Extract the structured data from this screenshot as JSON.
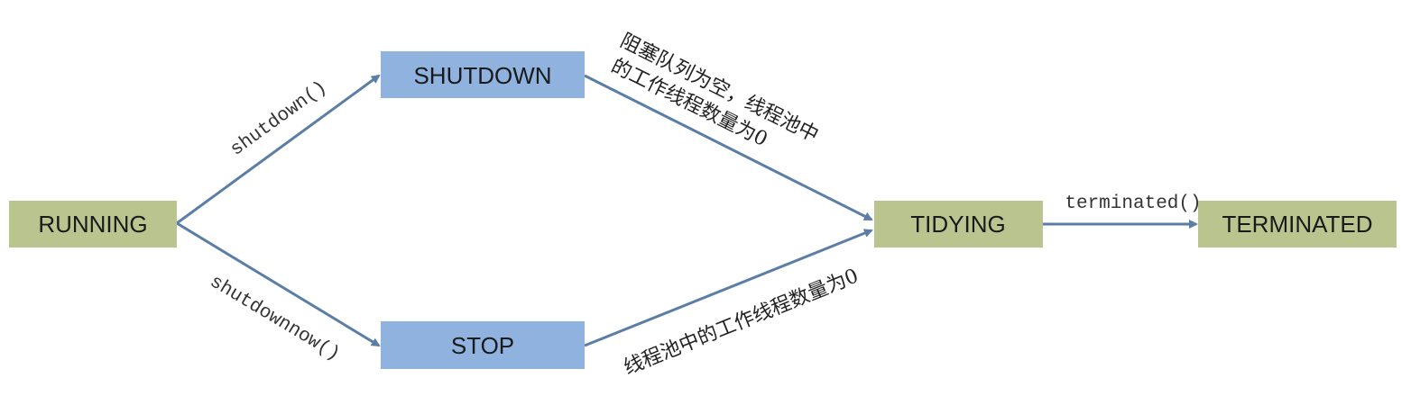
{
  "diagram": {
    "nodes": {
      "running": {
        "label": "RUNNING",
        "fill": "#b9c48f"
      },
      "shutdown": {
        "label": "SHUTDOWN",
        "fill": "#8fb3de"
      },
      "stop": {
        "label": "STOP",
        "fill": "#8fb3de"
      },
      "tidying": {
        "label": "TIDYING",
        "fill": "#b9c48f"
      },
      "terminated": {
        "label": "TERMINATED",
        "fill": "#b9c48f"
      }
    },
    "edges": {
      "running_shutdown": {
        "label": "shutdown()"
      },
      "running_stop": {
        "label": "shutdownnow()"
      },
      "shutdown_tidying": {
        "label_line1": "阻塞队列为空，线程池中",
        "label_line2": "的工作线程数量为0"
      },
      "stop_tidying": {
        "label": "线程池中的工作线程数量为0"
      },
      "tidying_terminated": {
        "label": "terminated()"
      }
    },
    "colors": {
      "edge": "#5b7ea6"
    }
  }
}
